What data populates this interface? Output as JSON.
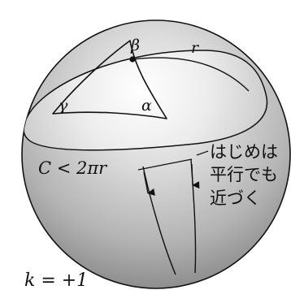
{
  "figure": {
    "angle_top": "β",
    "angle_left": "γ",
    "angle_right": "α",
    "radius_label": "r",
    "circumference_label": "C < 2πr",
    "curvature_label": "k = +1",
    "annotation_lines": [
      "はじめは",
      "平行でも",
      "近づく"
    ]
  },
  "colors": {
    "sphere_fill": "#c4c4c4",
    "highlight": "#f8f8f8",
    "stroke": "#111111",
    "text": "#111111"
  }
}
